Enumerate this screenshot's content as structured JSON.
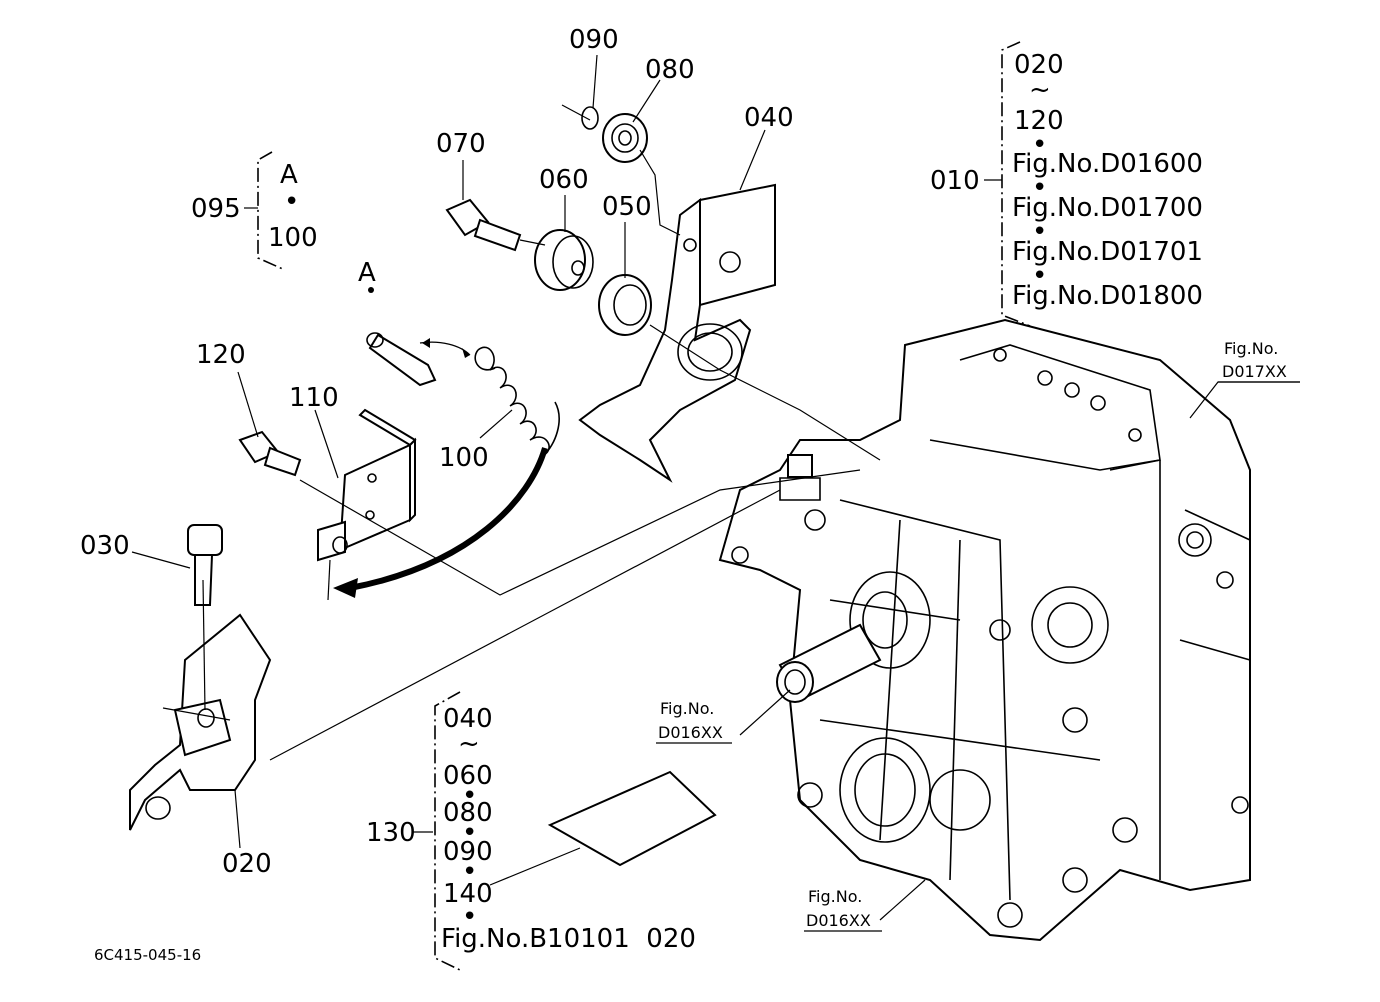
{
  "labels": {
    "p090": "090",
    "p080": "080",
    "p070": "070",
    "p060": "060",
    "p050": "050",
    "p040": "040",
    "p095": "095",
    "p120": "120",
    "p110": "110",
    "p100": "100",
    "p030": "030",
    "p020": "020",
    "p010": "010",
    "p130": "130",
    "callout_a": "A"
  },
  "group_095": [
    "A",
    "•",
    "100"
  ],
  "group_010": [
    "020",
    "~",
    "120",
    "•",
    "Fig.No.D01600",
    "•",
    "Fig.No.D01700",
    "•",
    "Fig.No.D01701",
    "•",
    "Fig.No.D01800"
  ],
  "group_130": [
    "040",
    "~",
    "060",
    "•",
    "080",
    "•",
    "090",
    "•",
    "140",
    "•",
    "Fig.No.B10101  020"
  ],
  "fig_refs": {
    "d017_line1": "Fig.No.",
    "d017_line2": "D017XX",
    "d016a_line1": "Fig.No.",
    "d016a_line2": "D016XX",
    "d016b_line1": "Fig.No.",
    "d016b_line2": "D016XX"
  },
  "drawing_code": "6C415-045-16"
}
